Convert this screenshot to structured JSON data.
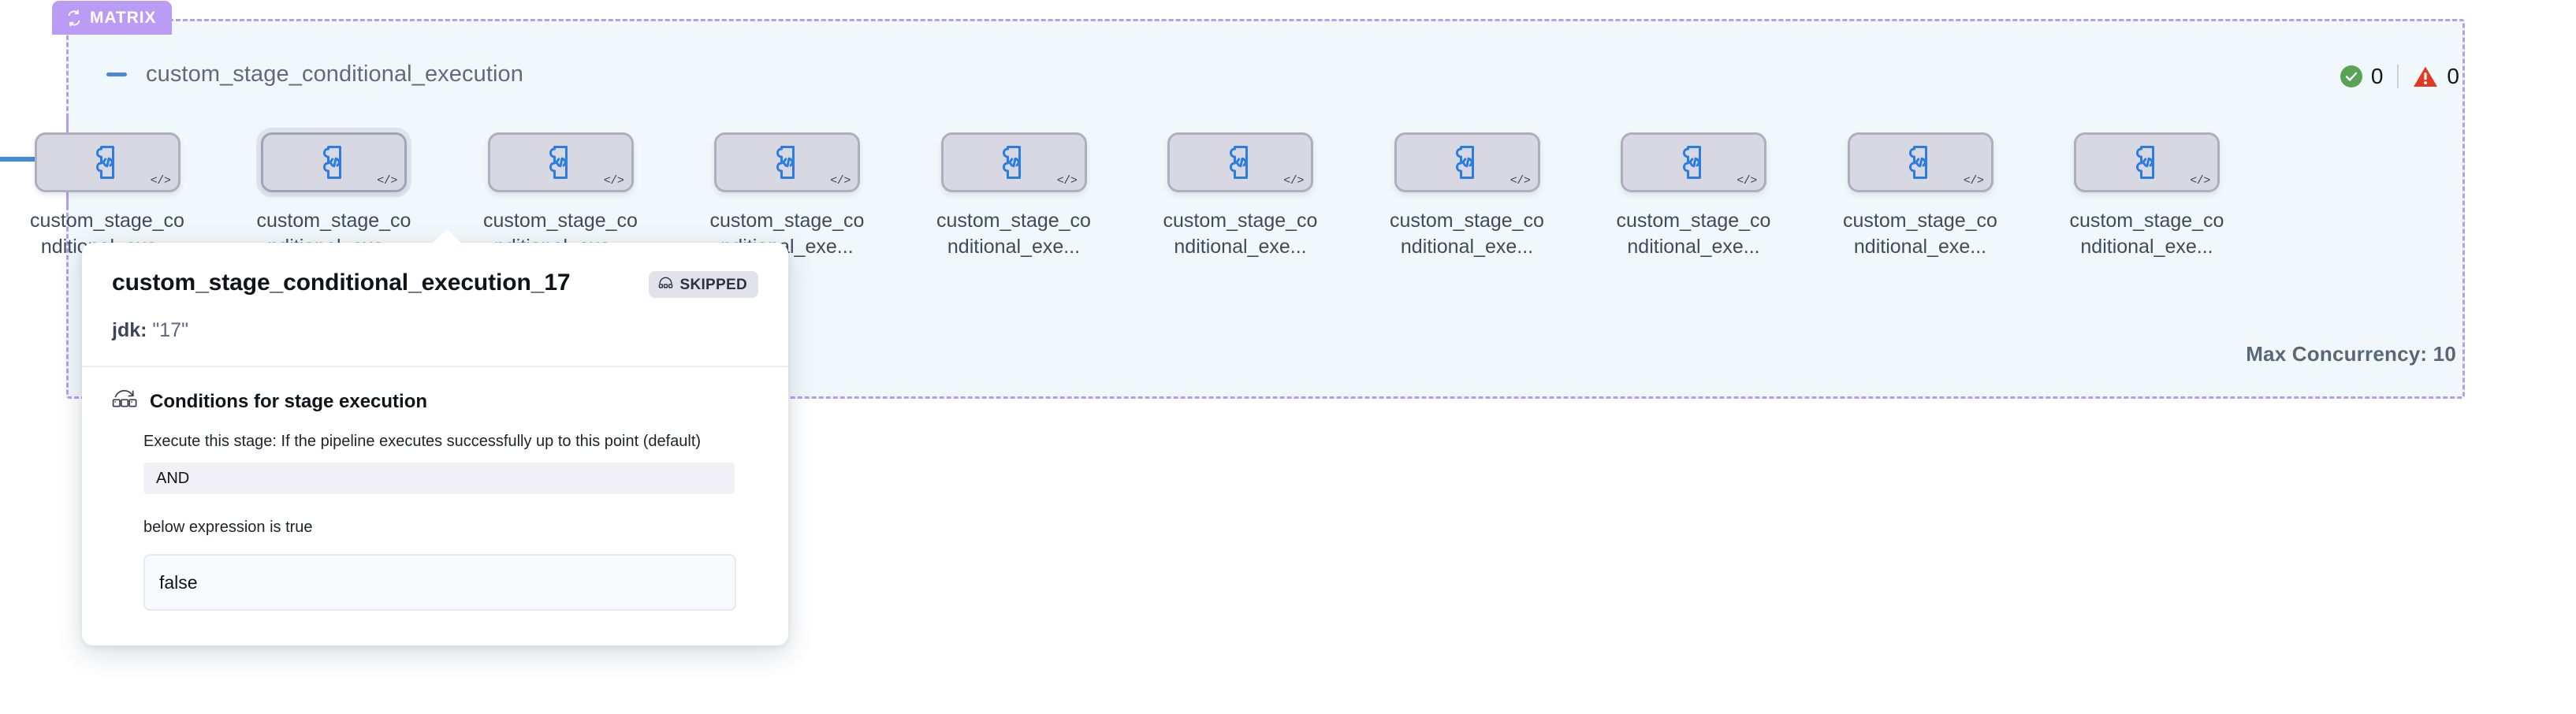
{
  "matrix": {
    "badge_label": "MATRIX",
    "badge_icon": "loop-icon",
    "badge_color": "#bb9cf5",
    "group_background": "#f0f8fb",
    "border_color": "#b79df0"
  },
  "group_header": {
    "collapse_icon": "minus-icon",
    "title": "custom_stage_conditional_execution"
  },
  "status_counters": {
    "success": {
      "icon": "check-circle-icon",
      "value": "0",
      "color": "#5aa355"
    },
    "warning": {
      "icon": "warning-triangle-icon",
      "value": "0",
      "color": "#e03a27"
    }
  },
  "nodes": [
    {
      "label": "custom_stage_conditional_exe...",
      "icon": "custom-plugin-icon",
      "corner_icon": "code-icon",
      "selected": false
    },
    {
      "label": "custom_stage_conditional_exe...",
      "icon": "custom-plugin-icon",
      "corner_icon": "code-icon",
      "selected": true
    },
    {
      "label": "custom_stage_conditional_exe...",
      "icon": "custom-plugin-icon",
      "corner_icon": "code-icon",
      "selected": false
    },
    {
      "label": "custom_stage_conditional_exe...",
      "icon": "custom-plugin-icon",
      "corner_icon": "code-icon",
      "selected": false
    },
    {
      "label": "custom_stage_conditional_exe...",
      "icon": "custom-plugin-icon",
      "corner_icon": "code-icon",
      "selected": false
    },
    {
      "label": "custom_stage_conditional_exe...",
      "icon": "custom-plugin-icon",
      "corner_icon": "code-icon",
      "selected": false
    },
    {
      "label": "custom_stage_conditional_exe...",
      "icon": "custom-plugin-icon",
      "corner_icon": "code-icon",
      "selected": false
    },
    {
      "label": "custom_stage_conditional_exe...",
      "icon": "custom-plugin-icon",
      "corner_icon": "code-icon",
      "selected": false
    },
    {
      "label": "custom_stage_conditional_exe...",
      "icon": "custom-plugin-icon",
      "corner_icon": "code-icon",
      "selected": false
    },
    {
      "label": "custom_stage_conditional_exe...",
      "icon": "custom-plugin-icon",
      "corner_icon": "code-icon",
      "selected": false
    }
  ],
  "max_concurrency": "Max Concurrency: 10",
  "popover": {
    "title": "custom_stage_conditional_execution_17",
    "status_badge": {
      "icon": "skipped-icon",
      "label": "SKIPPED"
    },
    "matrix_param_key": "jdk:",
    "matrix_param_value": "\"17\"",
    "conditions": {
      "icon": "conditions-icon",
      "heading": "Conditions for stage execution",
      "description": "Execute this stage: If the pipeline executes successfully up to this point (default)",
      "operator": "AND",
      "note": "below expression is true",
      "expression": "false"
    }
  }
}
